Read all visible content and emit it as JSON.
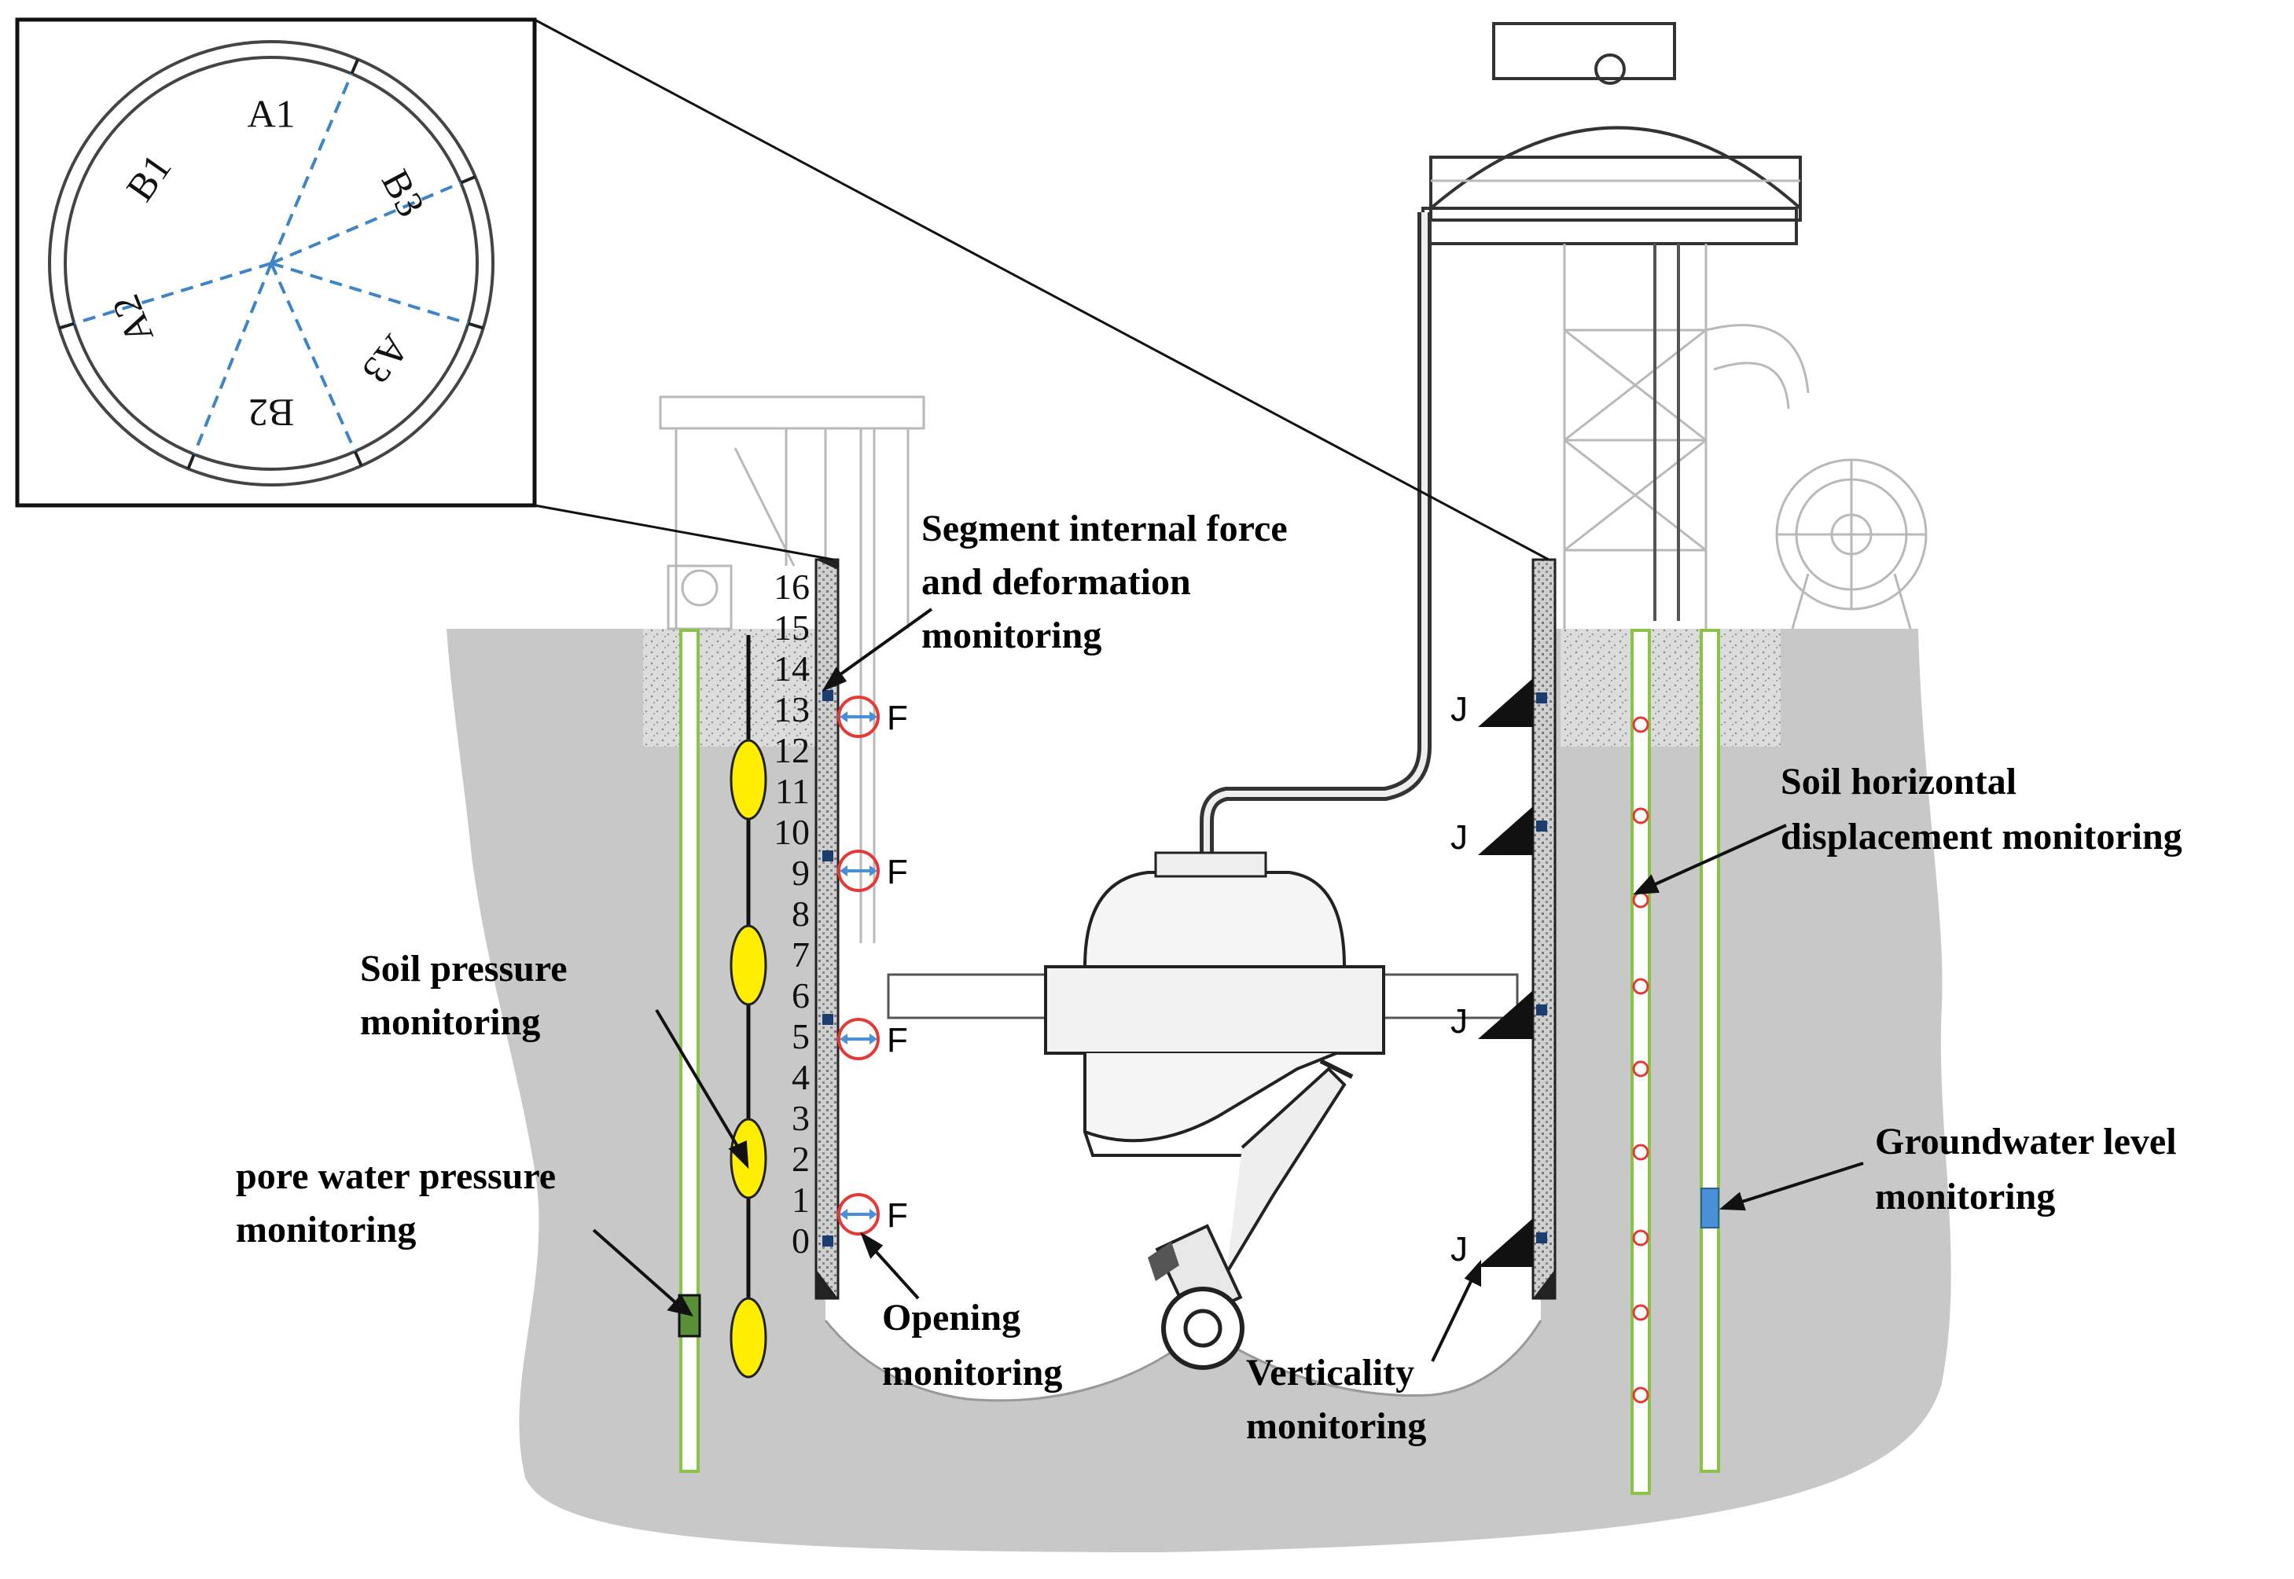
{
  "inset": {
    "sectors": [
      "A1",
      "B3",
      "A3",
      "B2",
      "A2",
      "B1"
    ]
  },
  "ring_numbers": [
    "16",
    "15",
    "14",
    "13",
    "12",
    "11",
    "10",
    "9",
    "8",
    "7",
    "6",
    "5",
    "4",
    "3",
    "2",
    "1",
    "0"
  ],
  "markers": {
    "opening_code": "F",
    "verticality_code": "J"
  },
  "labels": {
    "segment": [
      "Segment internal force",
      "and deformation",
      "monitoring"
    ],
    "soil_pressure": [
      "Soil pressure",
      "monitoring"
    ],
    "pore_water": [
      "pore water pressure",
      "monitoring"
    ],
    "opening": [
      "Opening",
      "monitoring"
    ],
    "verticality": [
      "Verticality",
      "monitoring"
    ],
    "soil_horizontal": [
      "Soil horizontal",
      "displacement monitoring"
    ],
    "groundwater": [
      "Groundwater level",
      "monitoring"
    ]
  },
  "colors": {
    "soil": "#c8c8c8",
    "surface_fill": "#dcdcdc",
    "inclinometer": "#8bc34a",
    "soil_pressure_cell": "#ffee00",
    "pore_water_sensor": "#5a8f3a",
    "groundwater_sensor": "#4a90d9",
    "displacement_point": "#e53935",
    "sector_divider": "#3d85c6"
  }
}
